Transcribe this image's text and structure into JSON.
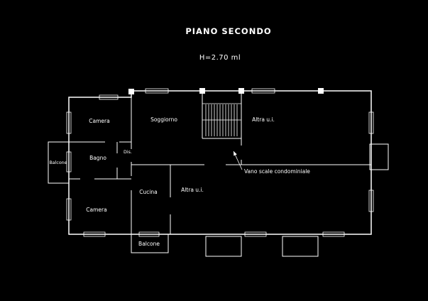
{
  "title": "PIANO SECONDO",
  "height_note": "H=2.70 ml",
  "rooms": {
    "camera_top": "Camera",
    "soggiorno": "Soggiorno",
    "altra_ui_top": "Altra u.i.",
    "bagno": "Bagno",
    "dis": "Dis.",
    "balcone_left": "Balcone",
    "camera_bottom": "Camera",
    "cucina": "Cucina",
    "altra_ui_bottom": "Altra u.i.",
    "vano_scale": "Vano scale condominiale",
    "balcone_bottom": "Balcone"
  },
  "colors": {
    "background": "#000000",
    "line": "#ffffff",
    "text": "#ffffff"
  }
}
